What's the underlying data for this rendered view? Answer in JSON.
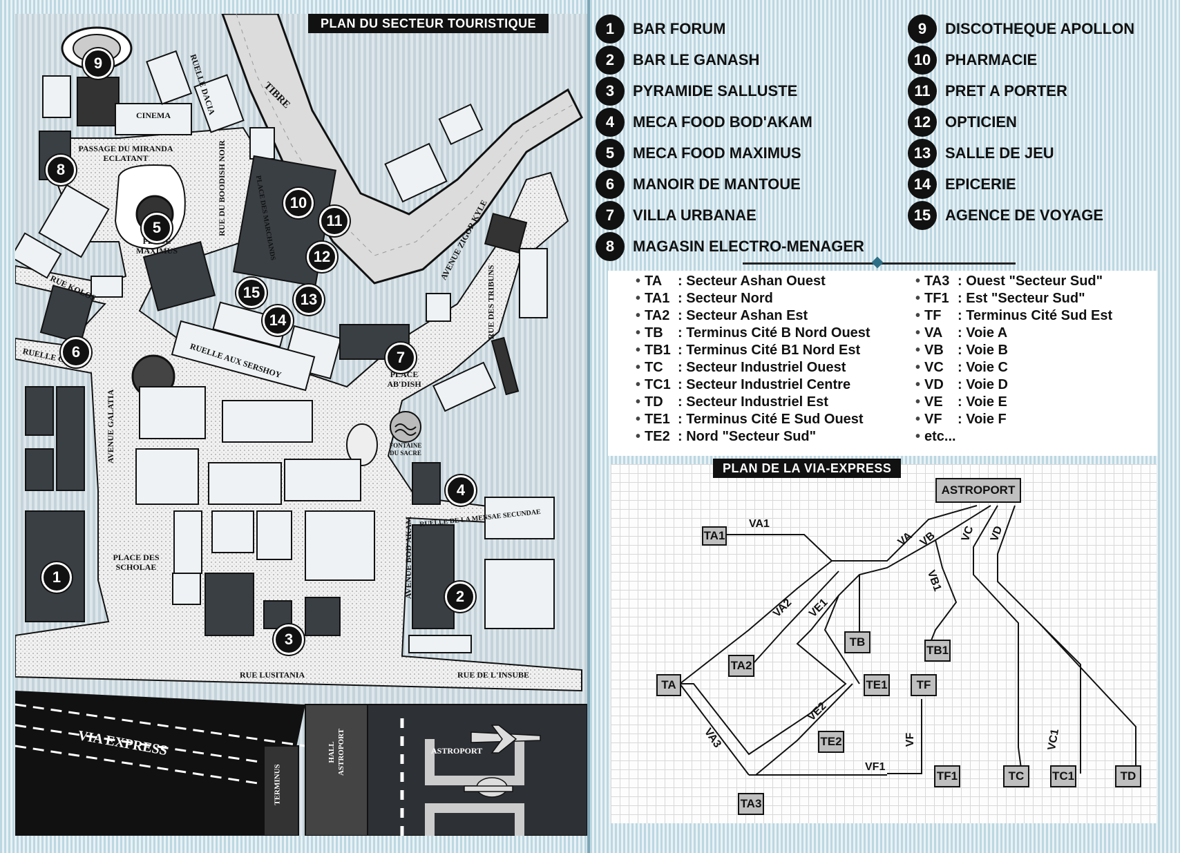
{
  "map_title": "PLAN DU SECTEUR TOURISTIQUE",
  "legend": [
    {
      "num": "1",
      "label": "BAR FORUM"
    },
    {
      "num": "2",
      "label": "BAR LE GANASH"
    },
    {
      "num": "3",
      "label": "PYRAMIDE SALLUSTE"
    },
    {
      "num": "4",
      "label": "MECA FOOD BOD'AKAM"
    },
    {
      "num": "5",
      "label": "MECA FOOD MAXIMUS"
    },
    {
      "num": "6",
      "label": "MANOIR DE MANTOUE"
    },
    {
      "num": "7",
      "label": "VILLA URBANAE"
    },
    {
      "num": "8",
      "label": "MAGASIN ELECTRO-MENAGER"
    },
    {
      "num": "9",
      "label": "DISCOTHEQUE APOLLON"
    },
    {
      "num": "10",
      "label": "PHARMACIE"
    },
    {
      "num": "11",
      "label": "PRET A PORTER"
    },
    {
      "num": "12",
      "label": "OPTICIEN"
    },
    {
      "num": "13",
      "label": "SALLE DE JEU"
    },
    {
      "num": "14",
      "label": "EPICERIE"
    },
    {
      "num": "15",
      "label": "AGENCE DE VOYAGE"
    }
  ],
  "codes_left": [
    {
      "code": "TA",
      "desc": ": Secteur Ashan Ouest"
    },
    {
      "code": "TA1",
      "desc": ": Secteur Nord"
    },
    {
      "code": "TA2",
      "desc": ": Secteur Ashan Est"
    },
    {
      "code": "TB",
      "desc": ": Terminus Cité B Nord Ouest"
    },
    {
      "code": "TB1",
      "desc": ": Terminus Cité B1 Nord Est"
    },
    {
      "code": "TC",
      "desc": ": Secteur Industriel Ouest"
    },
    {
      "code": "TC1",
      "desc": ": Secteur Industriel Centre"
    },
    {
      "code": "TD",
      "desc": ": Secteur Industriel Est"
    },
    {
      "code": "TE1",
      "desc": ": Terminus Cité E Sud Ouest"
    },
    {
      "code": "TE2",
      "desc": ": Nord \"Secteur Sud\""
    }
  ],
  "codes_right": [
    {
      "code": "TA3",
      "desc": ": Ouest \"Secteur Sud\""
    },
    {
      "code": "TF1",
      "desc": ": Est \"Secteur Sud\""
    },
    {
      "code": "TF",
      "desc": ": Terminus Cité Sud Est"
    },
    {
      "code": "VA",
      "desc": ": Voie A"
    },
    {
      "code": "VB",
      "desc": ": Voie B"
    },
    {
      "code": "VC",
      "desc": ": Voie C"
    },
    {
      "code": "VD",
      "desc": ": Voie D"
    },
    {
      "code": "VE",
      "desc": ": Voie E"
    },
    {
      "code": "VF",
      "desc": ": Voie F"
    },
    {
      "code": "etc...",
      "desc": ""
    }
  ],
  "via_title": "PLAN DE LA VIA-EXPRESS",
  "stations": {
    "astroport": "ASTROPORT",
    "ta1": "TA1",
    "ta": "TA",
    "ta2": "TA2",
    "ta3": "TA3",
    "tb": "TB",
    "tb1": "TB1",
    "te1": "TE1",
    "te2": "TE2",
    "tf": "TF",
    "tf1": "TF1",
    "tc": "TC",
    "tc1": "TC1",
    "td": "TD"
  },
  "lines": {
    "va1": "VA1",
    "va": "VA",
    "vb": "VB",
    "vc": "VC",
    "vd": "VD",
    "vb1": "VB1",
    "va2": "VA2",
    "ve1": "VE1",
    "ve2": "VE2",
    "va3": "VA3",
    "vf": "VF",
    "vf1": "VF1",
    "vc1": "VC1"
  },
  "map_labels": {
    "cinema": "CINEMA",
    "passage": "PASSAGE DU MIRANDA ECLATANT",
    "ruelle_dacia": "RUELLE DACIA",
    "tibre": "TIBRE",
    "rue_boodish": "RUE DU BOODISH NOIR",
    "place_maximus": "PLACE MAXIMUS",
    "place_marchands": "PLACE DES MARCHANDS",
    "avenue_zigor": "AVENUE ZIGOR KYLE",
    "rue_kolos": "RUE KOLOS",
    "rue_tribuns": "RUE DES TRIBUNS",
    "ruelle_gosh": "RUELLE GOSH",
    "ruelle_sershoy": "RUELLE AUX SERSHOY",
    "place_abdish": "PLACE AB'DISH",
    "avenue_galatia": "AVENUE GALATIA",
    "fontaine": "FONTAINE DU SACRE",
    "ruelle_mensae": "RUELLE DE LA MENSAE SECUNDAE",
    "place_scholae": "PLACE DES SCHOLAE",
    "avenue_bodakam": "AVENUE BOD'AKAM",
    "rue_lusitania": "RUE LUSITANIA",
    "rue_insube": "RUE DE L'INSUBE",
    "via_express": "VIA EXPRESS",
    "terminus": "TERMINUS",
    "hall_astroport": "HALL ASTROPORT",
    "astroport": "ASTROPORT"
  },
  "markers": [
    "1",
    "2",
    "3",
    "4",
    "5",
    "6",
    "7",
    "8",
    "9",
    "10",
    "11",
    "12",
    "13",
    "14",
    "15"
  ]
}
